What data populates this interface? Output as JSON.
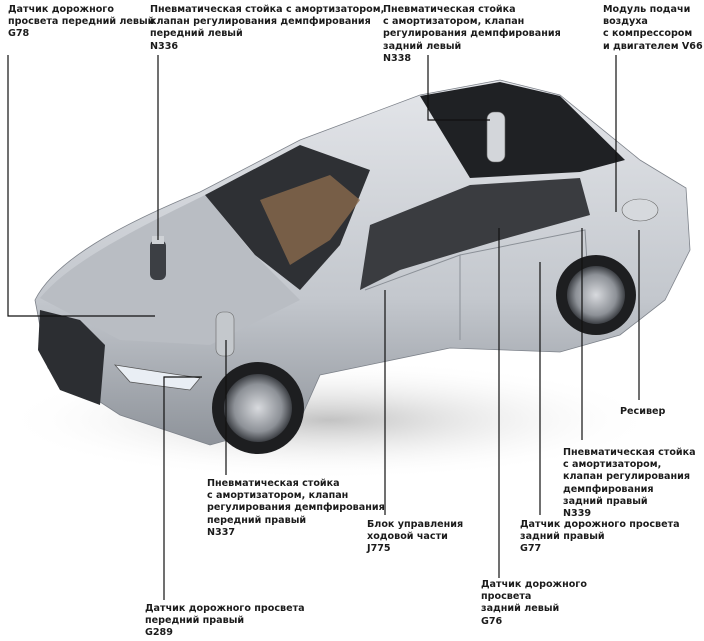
{
  "labels": {
    "g78": {
      "lines": [
        "Датчик дорожного",
        "просвета передний левый"
      ],
      "code": "G78"
    },
    "n336": {
      "lines": [
        "Пневматическая стойка с амортизатором,",
        "клапан регулирования демпфирования",
        "передний левый"
      ],
      "code": "N336"
    },
    "n338": {
      "lines": [
        "Пневматическая стойка",
        "с амортизатором, клапан",
        "регулирования демпфирования",
        "задний левый"
      ],
      "code": "N338"
    },
    "v66": {
      "lines": [
        "Модуль подачи",
        "воздуха",
        "с компрессором",
        "и двигателем V66"
      ]
    },
    "receiver": {
      "lines": [
        "Ресивер"
      ]
    },
    "n339": {
      "lines": [
        "Пневматическая стойка",
        "с амортизатором,",
        "клапан регулирования",
        "демпфирования",
        "задний правый"
      ],
      "code": "N339"
    },
    "n337": {
      "lines": [
        "Пневматическая стойка",
        "с амортизатором, клапан",
        "регулирования демпфирования",
        "передний правый"
      ],
      "code": "N337"
    },
    "j775": {
      "lines": [
        "Блок управления",
        "ходовой части"
      ],
      "code": "J775"
    },
    "g77": {
      "lines": [
        "Датчик дорожного просвета",
        "задний правый"
      ],
      "code": "G77"
    },
    "g76": {
      "lines": [
        "Датчик дорожного",
        "просвета",
        "задний левый"
      ],
      "code": "G76"
    },
    "g289": {
      "lines": [
        "Датчик дорожного просвета",
        "передний правый"
      ],
      "code": "G289"
    }
  },
  "colors": {
    "body": "#c9ccd1",
    "glass": "#2b2d31",
    "line": "#111111",
    "text": "#1b1b1b"
  }
}
